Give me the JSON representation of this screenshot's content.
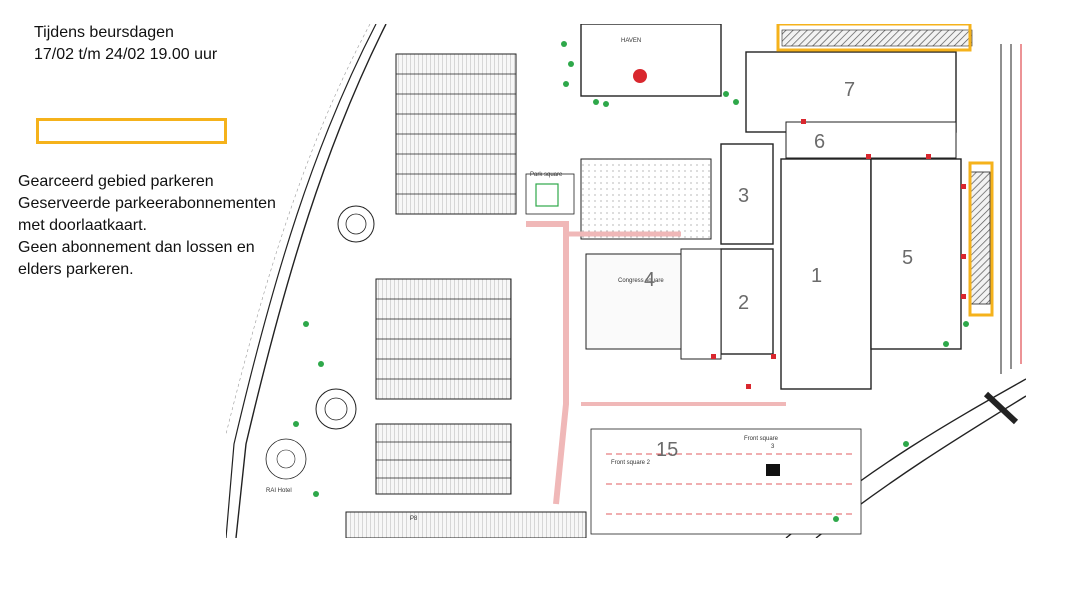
{
  "heading": {
    "line1": "Tijdens beursdagen",
    "line2": "17/02 t/m 24/02 19.00 uur"
  },
  "legend": {
    "color": "#f5b21b",
    "lines": [
      "Gearceerd gebied parkeren",
      "Geserveerde parkeerabonnementen",
      "met doorlaatkaart.",
      "Geen abonnement dan lossen en",
      "elders parkeren."
    ]
  },
  "map": {
    "halls": {
      "h1": "1",
      "h2": "2",
      "h3": "3",
      "h4": "4",
      "h5": "5",
      "h6": "6",
      "h7": "7",
      "h15": "15"
    },
    "labels": {
      "haven": "HAVEN",
      "park_square": "Park square",
      "congress_square": "Congress square",
      "front_square": "Front square",
      "front_square_2": "Front square 2",
      "front_square_3": "3",
      "p8": "P8",
      "rai_hotel": "RAI Hotel"
    },
    "colors": {
      "highlight": "#f5b21b",
      "green": "#2ea84a",
      "red": "#d9272e",
      "pink": "#f0b8b8",
      "line": "#222222"
    }
  }
}
